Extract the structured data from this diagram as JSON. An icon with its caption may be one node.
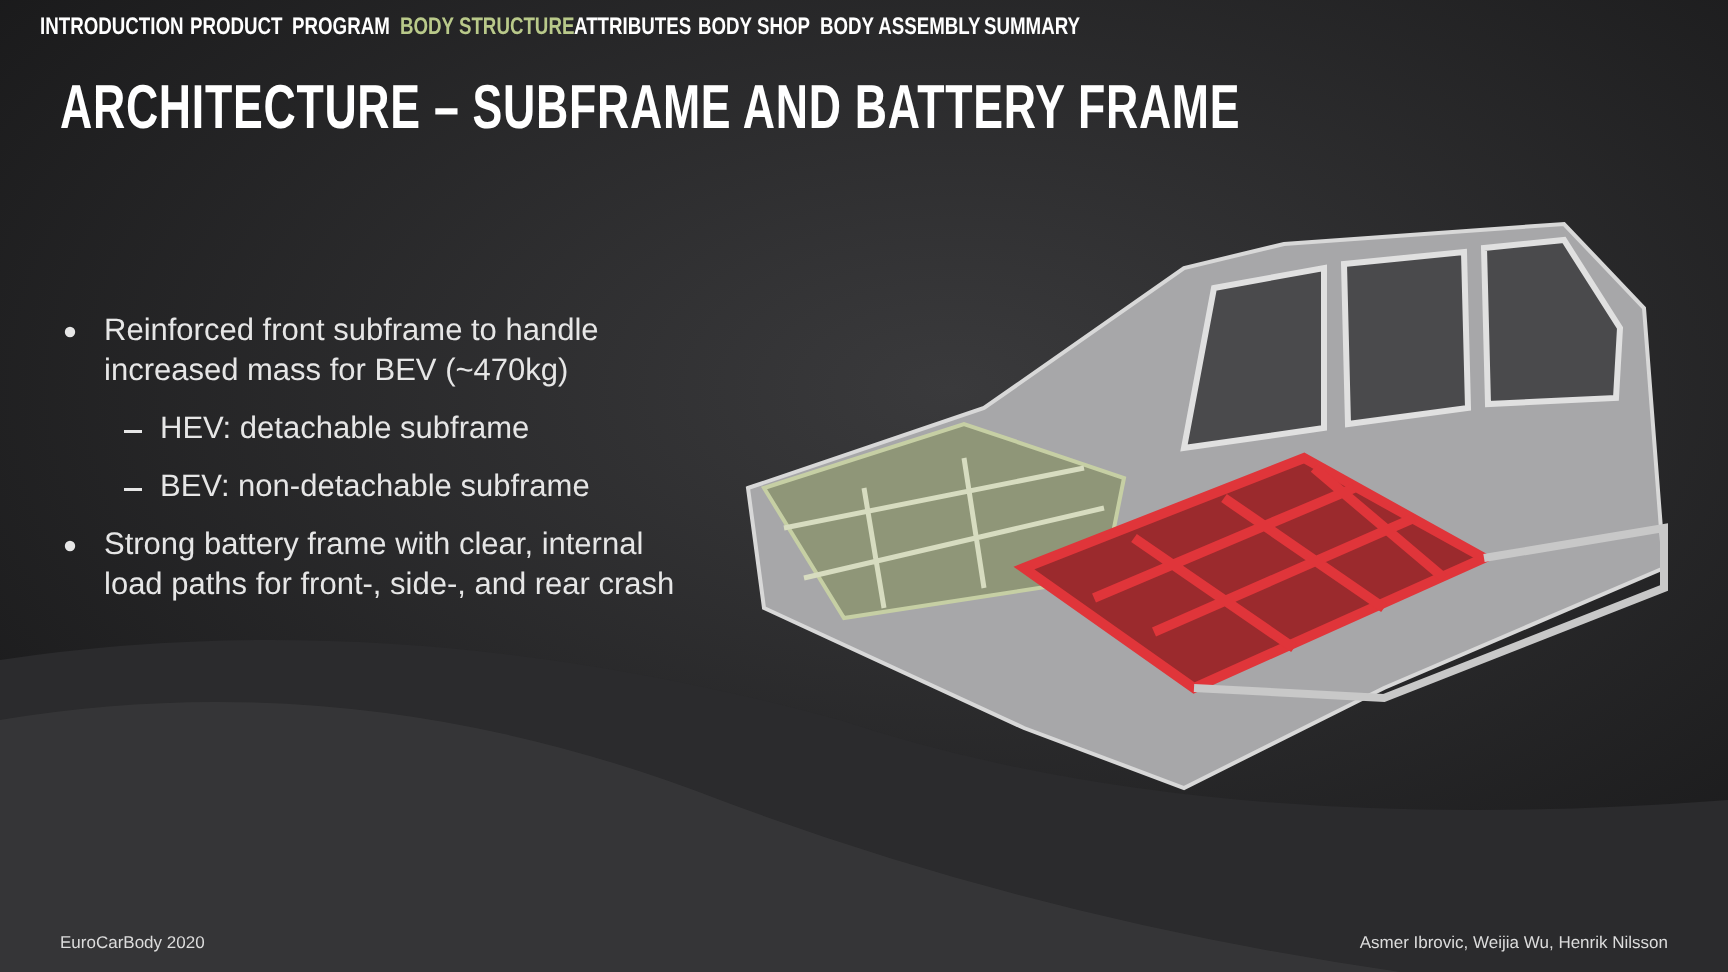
{
  "diagram": {
    "title": "ARCHITECTURE – SUBFRAME AND BATTERY FRAME",
    "labels": [
      "INTRODUCTION",
      "PRODUCT",
      "PROGRAM",
      "BODY STRUCTURE",
      "ATTRIBUTES",
      "BODY SHOP",
      "BODY ASSEMBLY",
      "SUMMARY",
      "Reinforced front subframe to handle increased mass for BEV (~470kg)",
      "HEV: detachable subframe",
      "BEV: non-detachable subframe",
      "Strong battery frame with clear, internal load paths for front-, side-, and rear crash",
      "EuroCarBody 2020",
      "Asmer Ibrovic, Weijia Wu, Henrik Nilsson"
    ]
  }
}
